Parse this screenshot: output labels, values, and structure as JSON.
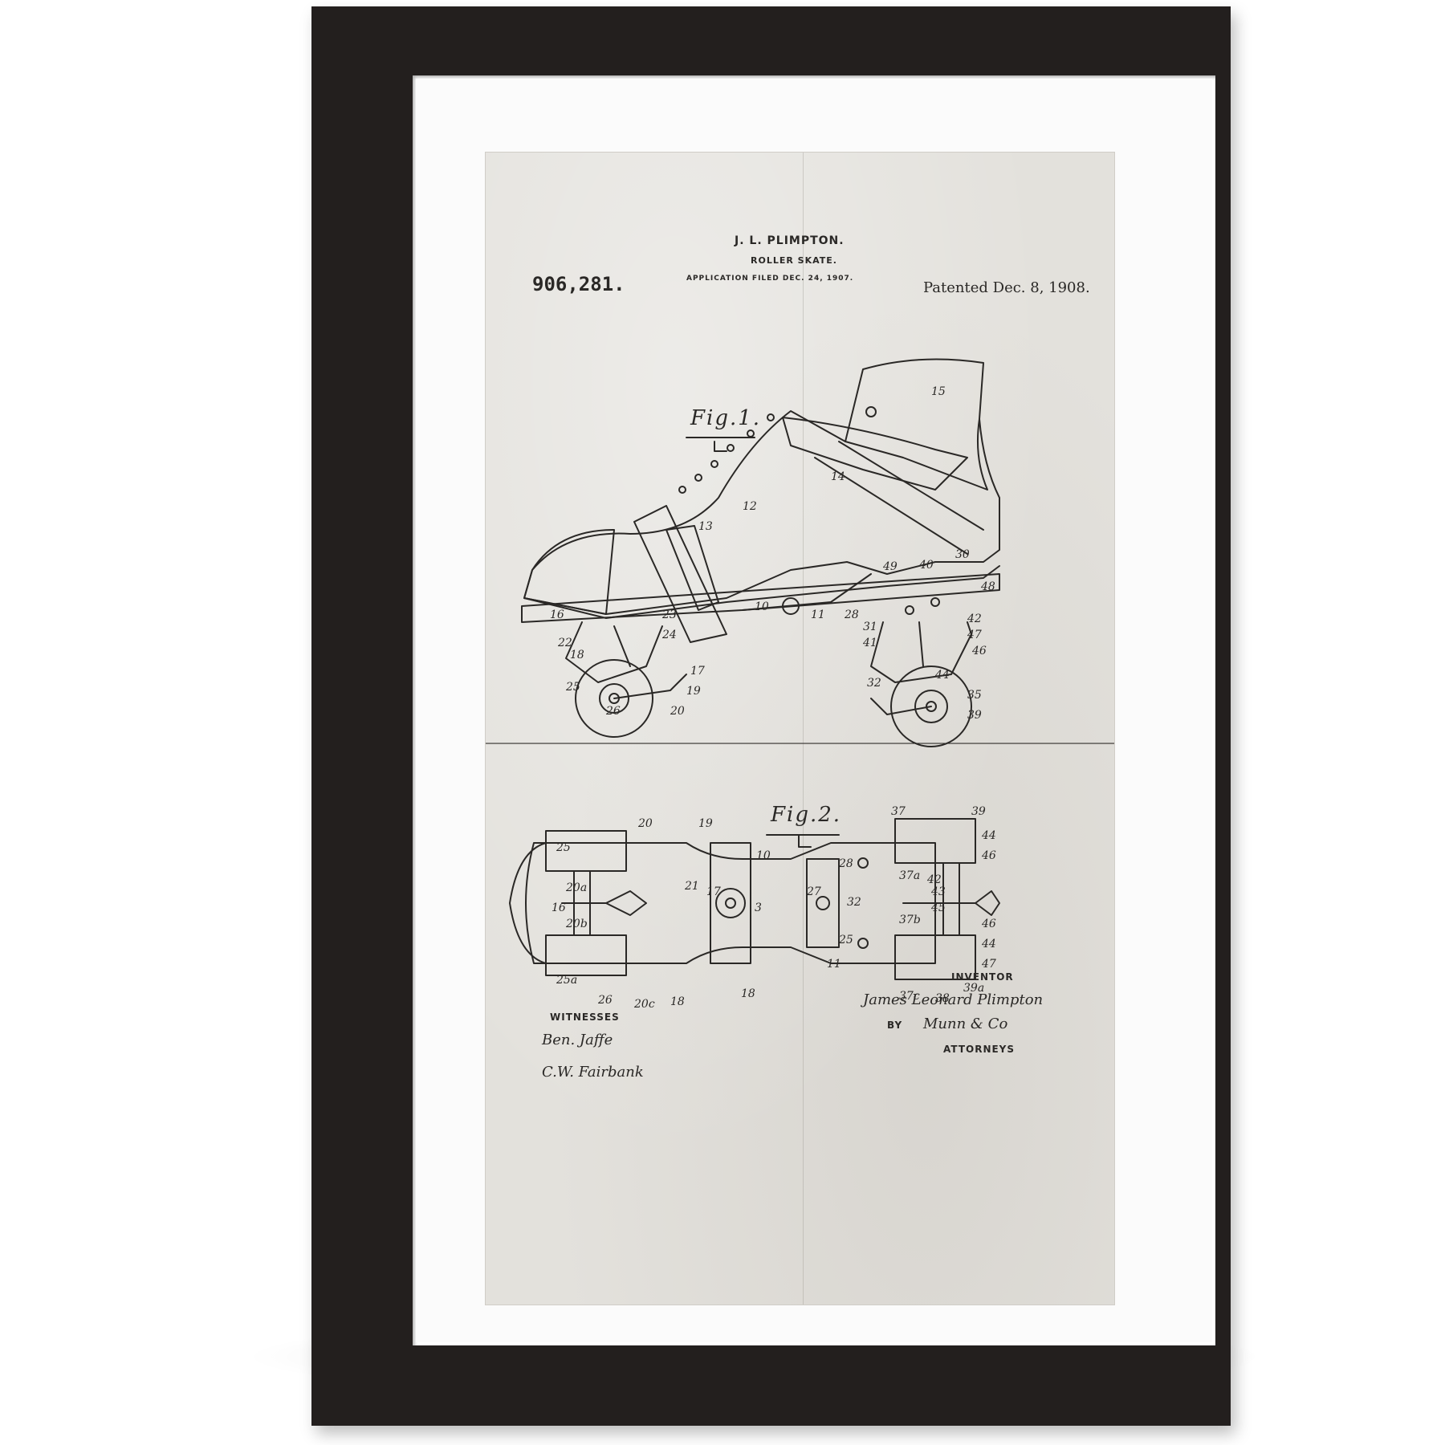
{
  "header": {
    "inventor_name": "J. L. PLIMPTON.",
    "invention_title": "ROLLER SKATE.",
    "application_filed": "APPLICATION FILED DEC. 24, 1907.",
    "patent_number": "906,281.",
    "patented_date": "Patented Dec. 8, 1908."
  },
  "figures": {
    "fig1_label": "Fig.1.",
    "fig2_label": "Fig.2."
  },
  "signatures": {
    "witnesses_label": "WITNESSES",
    "witness_1": "Ben. Jaffe",
    "witness_2": "C.W. Fairbank",
    "inventor_label": "INVENTOR",
    "inventor_signature": "James Leonard Plimpton",
    "by_label": "BY",
    "attorney_signature": "Munn & Co",
    "attorneys_label": "ATTORNEYS"
  },
  "part_numbers": {
    "fig1": [
      "15",
      "14",
      "12",
      "13",
      "49",
      "40",
      "30",
      "48",
      "10",
      "11",
      "28",
      "16",
      "22",
      "23",
      "24",
      "18",
      "17",
      "25",
      "19",
      "26",
      "20",
      "31",
      "41",
      "42",
      "47",
      "46",
      "32",
      "44",
      "35",
      "39"
    ],
    "fig2": [
      "20",
      "19",
      "37",
      "39",
      "25",
      "10",
      "28",
      "44",
      "46",
      "20a",
      "21",
      "17",
      "16",
      "3",
      "27",
      "32",
      "37a",
      "42",
      "43",
      "45",
      "20b",
      "25",
      "37b",
      "46",
      "44",
      "25a",
      "11",
      "47",
      "26",
      "20c",
      "18",
      "18",
      "37c",
      "38",
      "39a"
    ]
  },
  "colors": {
    "frame": "#231f1e",
    "mat": "#fbfbfb",
    "paper": "#e3e1dc",
    "ink": "#2a2826"
  }
}
